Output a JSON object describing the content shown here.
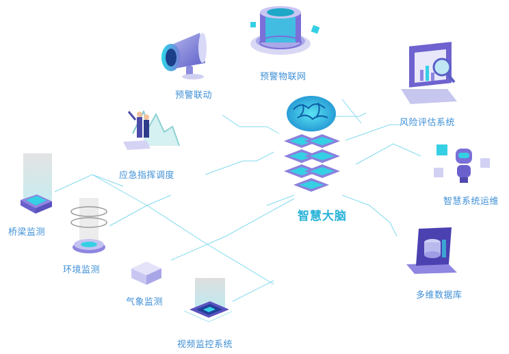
{
  "center": {
    "label": "智慧大脑",
    "icon": "brain-server-icon"
  },
  "nodes": {
    "alarm_linkage": {
      "label": "预警联动",
      "icon": "megaphone-icon"
    },
    "warning_iot": {
      "label": "预警物联网",
      "icon": "iot-ring-icon"
    },
    "risk_assessment": {
      "label": "风险评估系统",
      "icon": "laptop-magnifier-icon"
    },
    "smart_ops": {
      "label": "智慧系统运维",
      "icon": "robot-icon"
    },
    "database": {
      "label": "多维数据库",
      "icon": "database-laptop-icon"
    },
    "emergency": {
      "label": "应急指挥调度",
      "icon": "command-chart-icon"
    },
    "bridge": {
      "label": "桥梁监测",
      "icon": "bridge-sensor-icon"
    },
    "environment": {
      "label": "环境监测",
      "icon": "environment-sensor-icon"
    },
    "weather": {
      "label": "气象监测",
      "icon": "weather-cube-icon"
    },
    "video": {
      "label": "视频监控系统",
      "icon": "camera-chip-icon"
    }
  },
  "colors": {
    "line": "#6ad3ea",
    "label": "#3e8fd6",
    "center_label": "#2ab3d8",
    "accent_cyan": "#35d0e4",
    "accent_purple": "#7b6fd8",
    "light_purple": "#d9d8f4"
  }
}
